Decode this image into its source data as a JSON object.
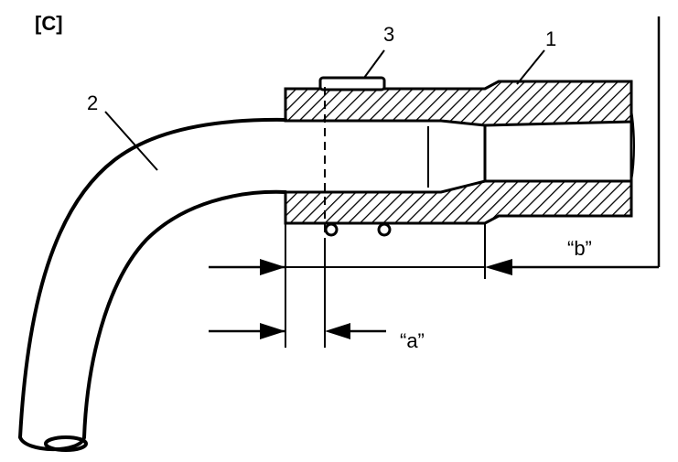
{
  "panel_label": "[C]",
  "callouts": {
    "pipe_end": "1",
    "bent_hose": "2",
    "clamp": "3"
  },
  "dimensions": {
    "a": "“a”",
    "b": "“b”"
  },
  "colors": {
    "ink": "#000000",
    "background": "#ffffff"
  }
}
